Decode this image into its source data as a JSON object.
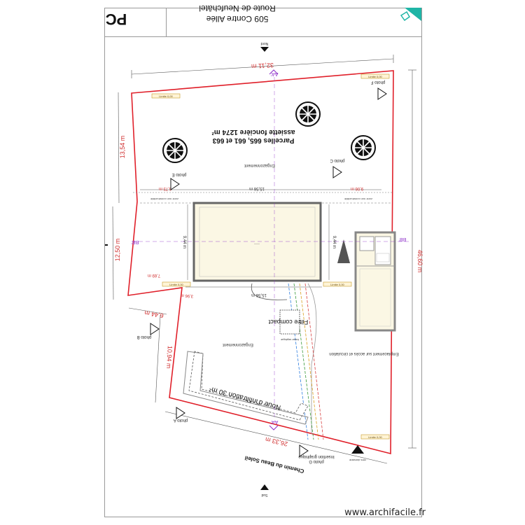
{
  "title_block": {
    "logo": "PC",
    "address_line1": "509 Contre Allée",
    "address_line2": "Route de Neufchâtel"
  },
  "orientation": {
    "north": "Nord",
    "south": "Sud"
  },
  "parcel": {
    "title_line1": "Parcelles 665, 661 et 663",
    "title_line2": "assiette foncière 1274 m²"
  },
  "dimensions": {
    "top": "32,11 m",
    "right": "46,60 m",
    "bottom": "26,33 m",
    "left_upper": "13,54 m",
    "left_middle": "12,50 m",
    "left_jog": "6,44 m",
    "left_lower": "10,94 m",
    "setback_left": "6,73 m",
    "setback_mid": "15,56 m",
    "setback_right": "9,06 m",
    "house_depth": "9,44 m",
    "annex_depth": "9,44 m",
    "side_left": "7,69 m",
    "front_width": "15,56 m",
    "front_left": "3,96 m"
  },
  "labels": {
    "lawn_north": "Engazonnement",
    "lawn_south": "Engazonnement",
    "parking": "Emplacement sur accès et circulation",
    "swale": "Noue d'infiltration 30 m²",
    "filter": "Filtre compact",
    "filter_note": "fosse septique",
    "graphic_insertion": "Insertion graphique",
    "entry_note": "vers domaine",
    "limit_left": "zone non constructible",
    "limit_right": "zone non constructible",
    "house_center": "——",
    "legend_top_left": "Limite 0,00",
    "legend_top_right": "Limite 0,00",
    "legend_mid_left": "Limite 0,00",
    "legend_mid_right": "Limite 0,00",
    "legend_bottom_right": "Limite 0,00"
  },
  "section_marks": {
    "aa": "AA'",
    "bb": "BB'"
  },
  "photos": {
    "a": "photo A",
    "b": "photo B",
    "c": "photo C",
    "e": "photo E",
    "f": "photo F",
    "g": "photo G"
  },
  "watermark": "www.archifacile.fr",
  "colors": {
    "parcel_line": "#e0202a",
    "dimension": "#d03030",
    "section": "#8b2cc8",
    "house_wall": "#666666",
    "house_fill": "#fbf7e4",
    "title_block_accent": "#1fb5a6"
  }
}
